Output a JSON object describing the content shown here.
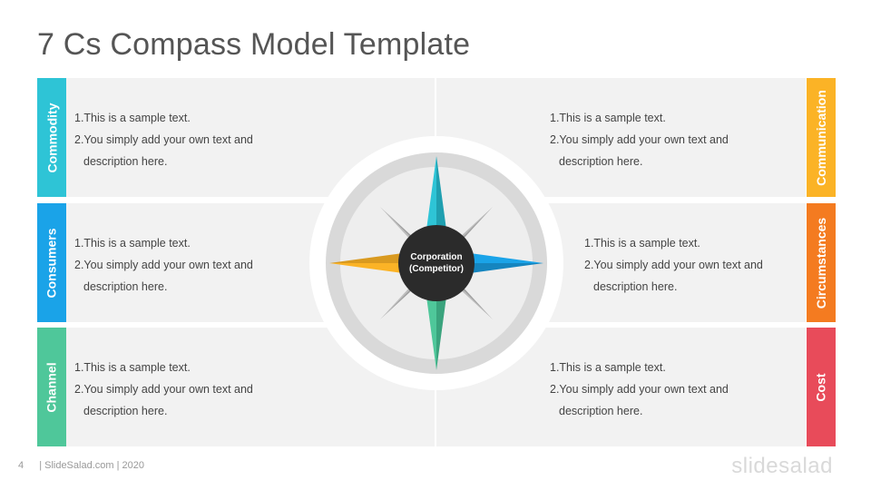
{
  "title": "7 Cs Compass Model Template",
  "center": {
    "line1": "Corporation",
    "line2": "(Competitor)"
  },
  "sample": {
    "line1": "1.This is a sample text.",
    "line2": "2.You simply add your own text and",
    "line3": "description here."
  },
  "left_tabs": [
    {
      "label": "Commodity",
      "color": "#2ec4d6"
    },
    {
      "label": "Consumers",
      "color": "#1aa3e8"
    },
    {
      "label": "Channel",
      "color": "#4fc79a"
    }
  ],
  "right_tabs": [
    {
      "label": "Communication",
      "color": "#fbb326"
    },
    {
      "label": "Circumstances",
      "color": "#f47b20"
    },
    {
      "label": "Cost",
      "color": "#e84b5a"
    }
  ],
  "footer": {
    "page": "4",
    "text": "| SlideSalad.com | 2020"
  },
  "brand": "slidesalad"
}
